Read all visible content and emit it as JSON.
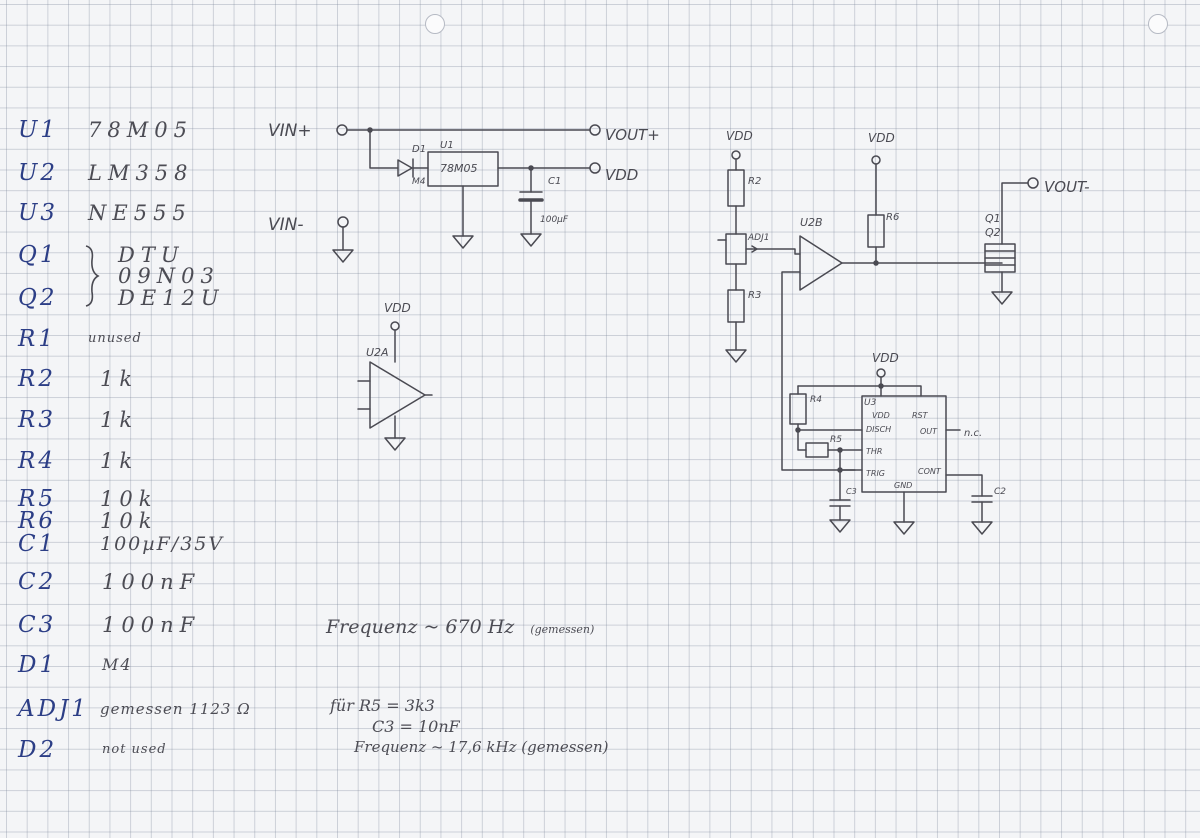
{
  "bom": [
    {
      "ref": "U1",
      "value": "78M05"
    },
    {
      "ref": "U2",
      "value": "LM358"
    },
    {
      "ref": "U3",
      "value": "NE555"
    },
    {
      "ref": "Q1",
      "value": "DTU"
    },
    {
      "ref": "",
      "value": "09N03"
    },
    {
      "ref": "Q2",
      "value": "DE12U"
    },
    {
      "ref": "R1",
      "value": "unused"
    },
    {
      "ref": "R2",
      "value": "1k"
    },
    {
      "ref": "R3",
      "value": "1k"
    },
    {
      "ref": "R4",
      "value": "1k"
    },
    {
      "ref": "R5",
      "value": "10k"
    },
    {
      "ref": "R6",
      "value": "10k"
    },
    {
      "ref": "C1",
      "value": "100µF/35V"
    },
    {
      "ref": "C2",
      "value": "100nF"
    },
    {
      "ref": "C3",
      "value": "100nF"
    },
    {
      "ref": "D1",
      "value": "M4"
    },
    {
      "ref": "ADJ1",
      "value": "gemessen 1123 Ω"
    },
    {
      "ref": "D2",
      "value": "not used"
    }
  ],
  "nets": {
    "vin_plus": "VIN+",
    "vin_minus": "VIN-",
    "vout_plus": "VOUT+",
    "vout_minus": "VOUT-",
    "vdd": "VDD"
  },
  "labels": {
    "u1": "U1",
    "u1_part": "78M05",
    "d1": "D1",
    "d1_part": "M4",
    "c1": "C1",
    "c1_val": "100µF",
    "u2a": "U2A",
    "u2b": "U2B",
    "r2": "R2",
    "r3": "R3",
    "r4": "R4",
    "r5": "R5",
    "r6": "R6",
    "adj1": "ADJ1",
    "q1": "Q1",
    "q2": "Q2",
    "u3": "U3",
    "c2": "C2",
    "c3": "C3",
    "u3_vdd": "VDD",
    "u3_rst": "RST",
    "u3_disch": "DISCH",
    "u3_out": "OUT",
    "u3_thr": "THR",
    "u3_trig": "TRIG",
    "u3_cont": "CONT",
    "u3_gnd": "GND",
    "nc": "n.c."
  },
  "notes": {
    "freq1": "Frequenz ~ 670 Hz",
    "freq1_tag": "(gemessen)",
    "cond1": "für R5 = 3k3",
    "cond2": "C3 = 10nF",
    "freq2": "Frequenz ~ 17,6 kHz (gemessen)"
  },
  "colors": {
    "ink": "#4a4a52",
    "blue_ink": "#2c3e86",
    "grid": "#9aa3b5"
  }
}
